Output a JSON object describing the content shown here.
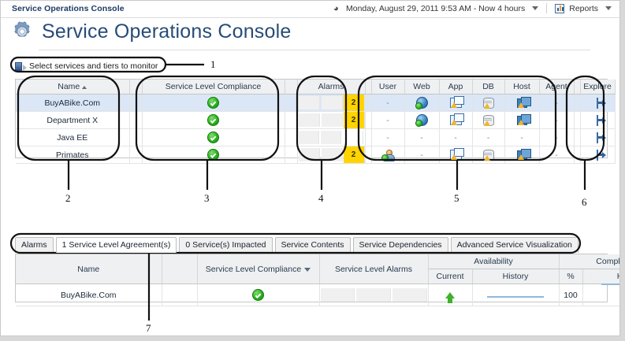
{
  "window": {
    "app_title": "Service Operations Console",
    "time_range": "Monday, August 29, 2011 9:53 AM - Now 4 hours",
    "reports_label": "Reports",
    "clock_icon": "clock-icon",
    "reports_icon": "reports-chart-icon",
    "time_caret_icon": "chevron-down-icon",
    "reports_caret_icon": "chevron-down-icon"
  },
  "header": {
    "page_title": "Service Operations Console",
    "gear_icon": "gear-icon"
  },
  "selector": {
    "label": "Select services and tiers to monitor",
    "icon": "expand-panel-icon"
  },
  "services_grid": {
    "columns": {
      "name": "Name",
      "slc": "Service Level Compliance",
      "alarms": "Alarms",
      "user": "User",
      "web": "Web",
      "app": "App",
      "db": "DB",
      "host": "Host",
      "agent": "Agent",
      "explore": "Explore"
    },
    "name_sort": "ascending",
    "rows": [
      {
        "name": "BuyABike.Com",
        "selected": true,
        "slc": "ok",
        "alarms": [
          "empty",
          "empty",
          "2"
        ],
        "user": "-",
        "web": "web-globe-warning-icon",
        "app": "app-window-warning-icon",
        "db": "database-warning-icon",
        "host": "host-warning-icon",
        "agent": "-",
        "explore": "explore-icon"
      },
      {
        "name": "Department X",
        "selected": false,
        "slc": "ok",
        "alarms": [
          "empty",
          "empty",
          "2"
        ],
        "user": "-",
        "web": "web-globe-warning-icon",
        "app": "app-window-warning-icon",
        "db": "database-warning-icon",
        "host": "host-warning-icon",
        "agent": "-",
        "explore": "explore-icon"
      },
      {
        "name": "Java EE",
        "selected": false,
        "slc": "ok",
        "alarms": [
          "empty",
          "empty",
          "blank"
        ],
        "user": "-",
        "web": "-",
        "app": "-",
        "db": "-",
        "host": "-",
        "agent": "-",
        "explore": "explore-icon"
      },
      {
        "name": "Primates",
        "selected": false,
        "slc": "ok",
        "alarms": [
          "empty",
          "empty",
          "2"
        ],
        "user": "user-online-icon",
        "web": "-",
        "app": "app-window-warning-icon",
        "db": "database-warning-icon",
        "host": "host-warning-icon",
        "agent": "-",
        "explore": "explore-icon"
      }
    ]
  },
  "detail_panel": {
    "tabs": [
      {
        "label": "Alarms",
        "active": false
      },
      {
        "label": "1 Service Level Agreement(s)",
        "active": true
      },
      {
        "label": "0 Service(s) Impacted",
        "active": false
      },
      {
        "label": "Service Contents",
        "active": false
      },
      {
        "label": "Service Dependencies",
        "active": false
      },
      {
        "label": "Advanced Service Visualization",
        "active": false
      }
    ],
    "columns": {
      "name": "Name",
      "slc": "Service Level Compliance",
      "sla": "Service Level Alarms",
      "availability": "Availability",
      "availability_current": "Current",
      "availability_history": "History",
      "compliance": "Compliance",
      "compliance_pct": "%",
      "compliance_history": "History"
    },
    "slc_sort": "descending",
    "rows": [
      {
        "name": "BuyABike.Com",
        "slc": "ok",
        "sla": [
          "empty",
          "empty",
          "empty"
        ],
        "availability_current": "up-arrow-icon",
        "availability_history": "sparkline",
        "compliance_pct": "100",
        "compliance_history": "sparkline"
      }
    ]
  },
  "annotations": {
    "callouts": [
      {
        "number": "1"
      },
      {
        "number": "2"
      },
      {
        "number": "3"
      },
      {
        "number": "4"
      },
      {
        "number": "5"
      },
      {
        "number": "6"
      },
      {
        "number": "7"
      }
    ],
    "stroke_color": "#111111"
  },
  "colors": {
    "accent": "#274c77",
    "status_ok": "#2bb11f",
    "alarm_badge": "#ffd400",
    "row_selected": "#dbe7f6",
    "header_bg": "#eef0f2"
  }
}
